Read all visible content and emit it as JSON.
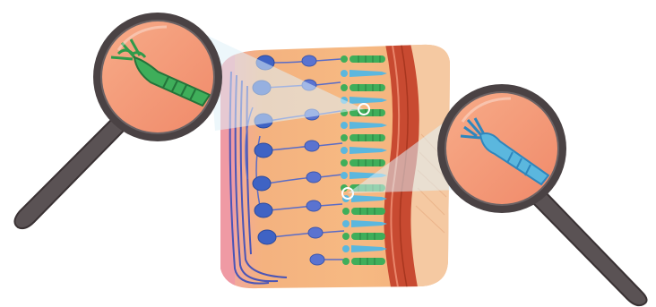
{
  "illustration": {
    "subject": "retina",
    "palette": {
      "tissue_base": "#f4b07a",
      "tissue_light": "#f8c89c",
      "tissue_pink": "#f1a0a6",
      "nerve_fibers": "#4b56b8",
      "ganglion_cells": "#3f63c4",
      "bipolar_cells": "#5a73d0",
      "rod_cells": "#3fae5a",
      "cone_cells": "#5bb7de",
      "pigment_layer": "#c8472f",
      "choroid": "#f3c79e",
      "magnifier_frame": "#4a4244",
      "magnifier_handle": "#5a5254",
      "lens_tint": "#f59a78"
    },
    "magnifiers": [
      {
        "side": "left",
        "depicts": "rod-cell"
      },
      {
        "side": "right",
        "depicts": "cone-cell"
      }
    ]
  }
}
